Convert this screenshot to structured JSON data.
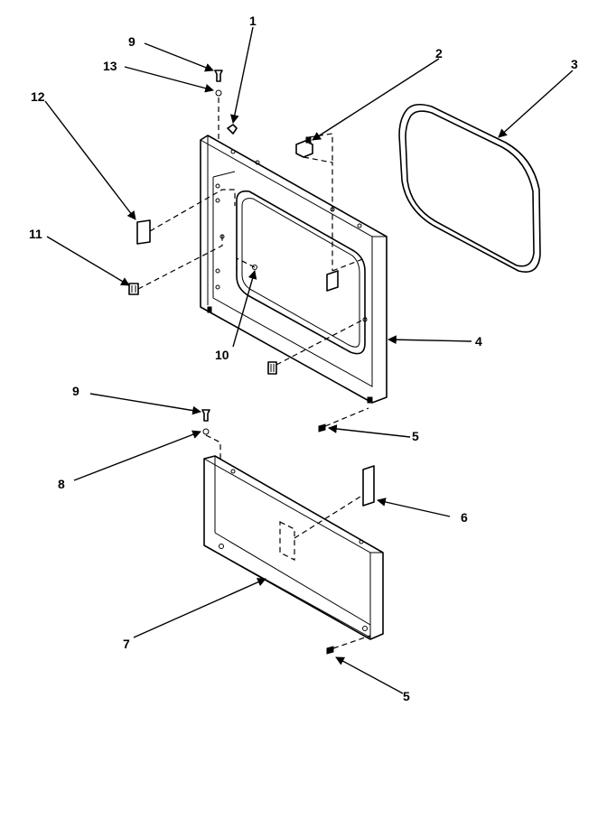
{
  "callouts": {
    "c1": "1",
    "c2": "2",
    "c3": "3",
    "c4": "4",
    "c5a": "5",
    "c5b": "5",
    "c6": "6",
    "c7": "7",
    "c8": "8",
    "c9a": "9",
    "c9b": "9",
    "c10": "10",
    "c11": "11",
    "c12": "12",
    "c13": "13"
  },
  "colors": {
    "line": "#000000",
    "background": "#ffffff"
  }
}
